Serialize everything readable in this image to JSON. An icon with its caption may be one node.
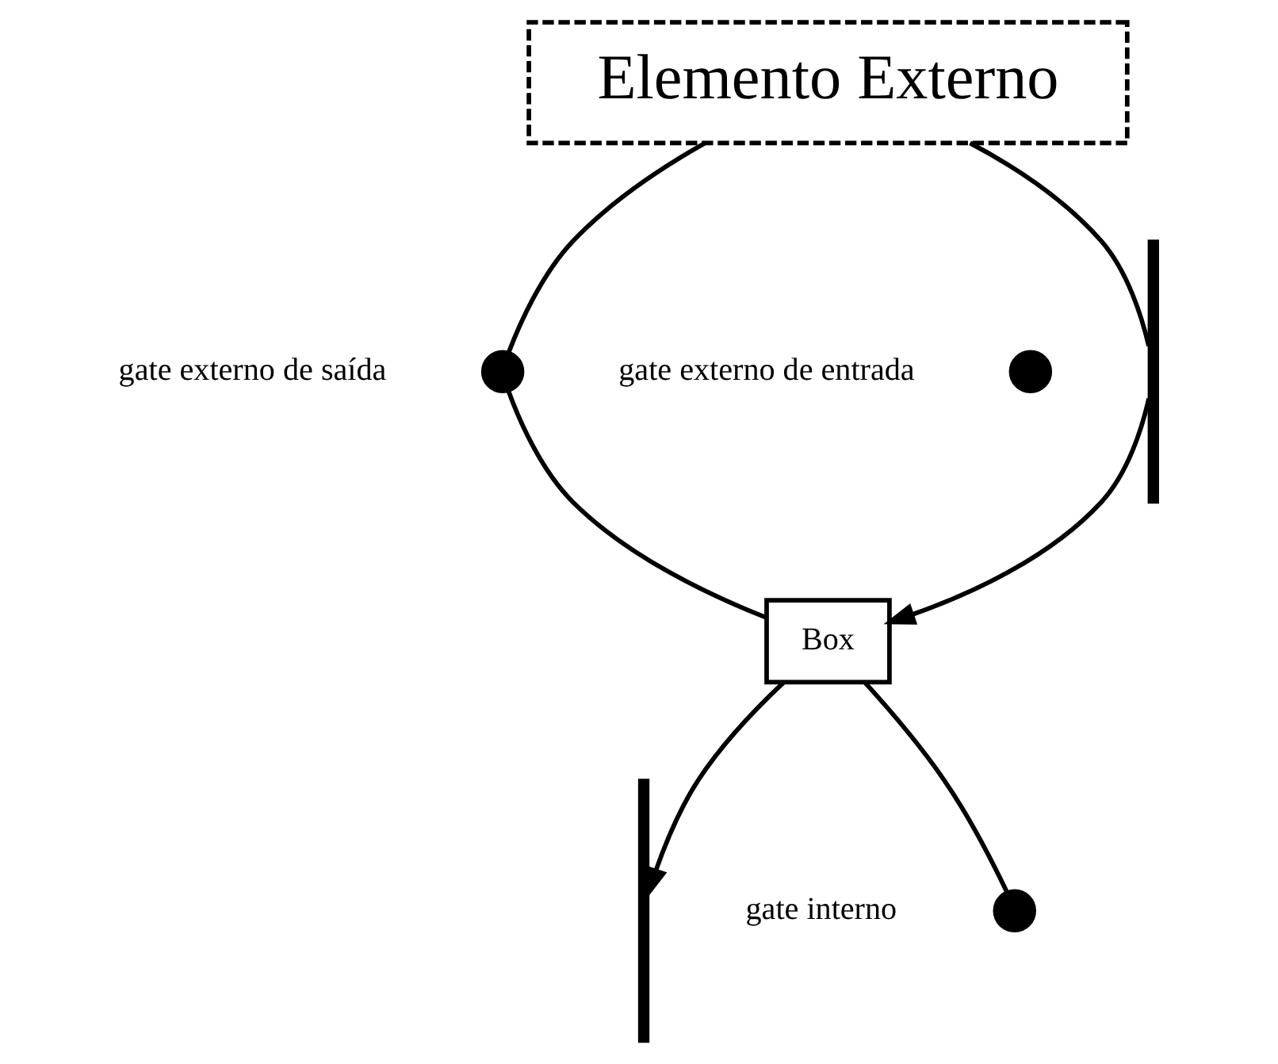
{
  "diagram": {
    "nodes": [
      {
        "text": [
          "Elemento Externo"
        ]
      },
      {
        "text": [],
        "shape": "bar"
      },
      {
        "text": [],
        "shape": "circle",
        "beside": [
          "gate externo de entrada"
        ]
      },
      {
        "text": [],
        "shape": "circle",
        "beside": [
          "gate externo de saída"
        ]
      },
      {
        "text": [
          "Box"
        ]
      },
      {
        "text": [],
        "shape": "bar"
      },
      {
        "text": [],
        "shape": "circle",
        "beside": [
          "gate interno"
        ]
      }
    ],
    "edges": [
      {
        "from": 0,
        "to": 1,
        "arrow": "none"
      },
      {
        "from": 0,
        "to": 3,
        "arrow": "none"
      },
      {
        "from": 3,
        "to": 4,
        "arrow": "none"
      },
      {
        "from": 1,
        "to": 4,
        "arrow": "to"
      },
      {
        "from": 4,
        "to": 5,
        "arrow": "to"
      },
      {
        "from": 4,
        "to": 6,
        "arrow": "none"
      }
    ]
  }
}
